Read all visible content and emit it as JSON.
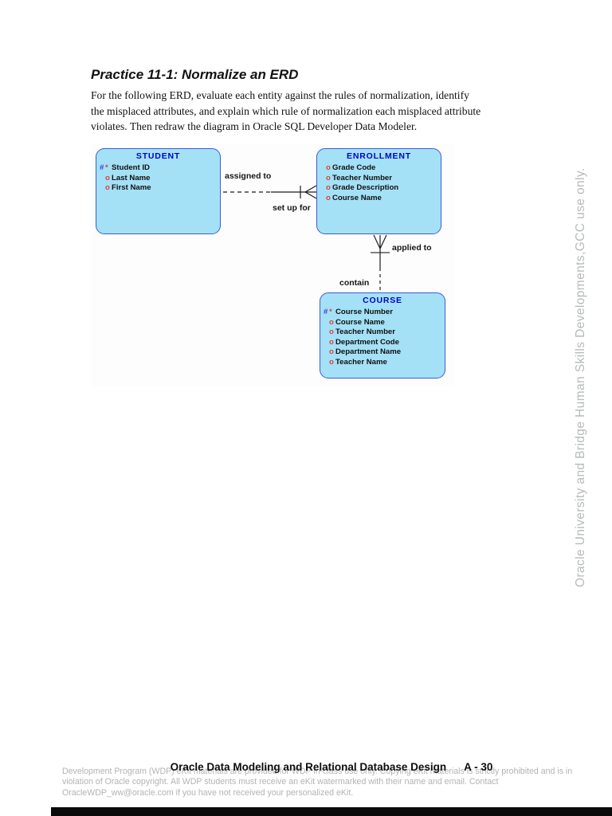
{
  "heading": {
    "title": "Practice 11-1: Normalize an ERD",
    "intro_lines": [
      "For the following ERD, evaluate each entity against the rules of normalization, identify",
      "the misplaced attributes, and explain which rule of normalization each misplaced attribute",
      "violates. Then redraw the diagram in Oracle SQL Developer Data Modeler."
    ]
  },
  "diagram": {
    "colors": {
      "entity_fill": "#a4e1f6",
      "entity_border": "#3b5bd9",
      "entity_title": "#0000cc",
      "marker_red": "#dd4040",
      "marker_blue": "#2a3fd4",
      "line": "#1d1d1d"
    },
    "entities": [
      {
        "name": "STUDENT",
        "attributes": [
          {
            "hash": "#",
            "star": "*",
            "label": "Student ID"
          },
          {
            "o": "o",
            "label": "Last Name"
          },
          {
            "o": "o",
            "label": "First Name"
          }
        ]
      },
      {
        "name": "ENROLLMENT",
        "attributes": [
          {
            "o": "o",
            "label": "Grade Code"
          },
          {
            "o": "o",
            "label": "Teacher Number"
          },
          {
            "o": "o",
            "label": "Grade Description"
          },
          {
            "o": "o",
            "label": "Course Name"
          }
        ]
      },
      {
        "name": "COURSE",
        "attributes": [
          {
            "hash": "#",
            "star": "*",
            "label": "Course Number"
          },
          {
            "o": "o",
            "label": "Course Name"
          },
          {
            "o": "o",
            "label": "Teacher Number"
          },
          {
            "o": "o",
            "label": "Department Code"
          },
          {
            "o": "o",
            "label": "Department Name"
          },
          {
            "o": "o",
            "label": "Teacher Name"
          }
        ]
      }
    ],
    "relationship_labels": {
      "assigned_to": "assigned to",
      "set_up_for": "set up for",
      "applied_to": "applied to",
      "contain": "contain"
    }
  },
  "side_watermark": "Oracle University and Bridge Human Skills Developments,GCC use only.",
  "footer": {
    "title": "Oracle Data Modeling and Relational Database Design",
    "page_number": "A - 30",
    "watermark_lines": [
      "Development Program (WDP) eKit materials are provided for WDP in-class use only. Copying eKit materials is strictly prohibited and is in",
      "violation of Oracle copyright. All WDP students must receive an eKit watermarked with their name and email. Contact",
      "OracleWDP_ww@oracle.com if you have not received your personalized eKit."
    ]
  }
}
